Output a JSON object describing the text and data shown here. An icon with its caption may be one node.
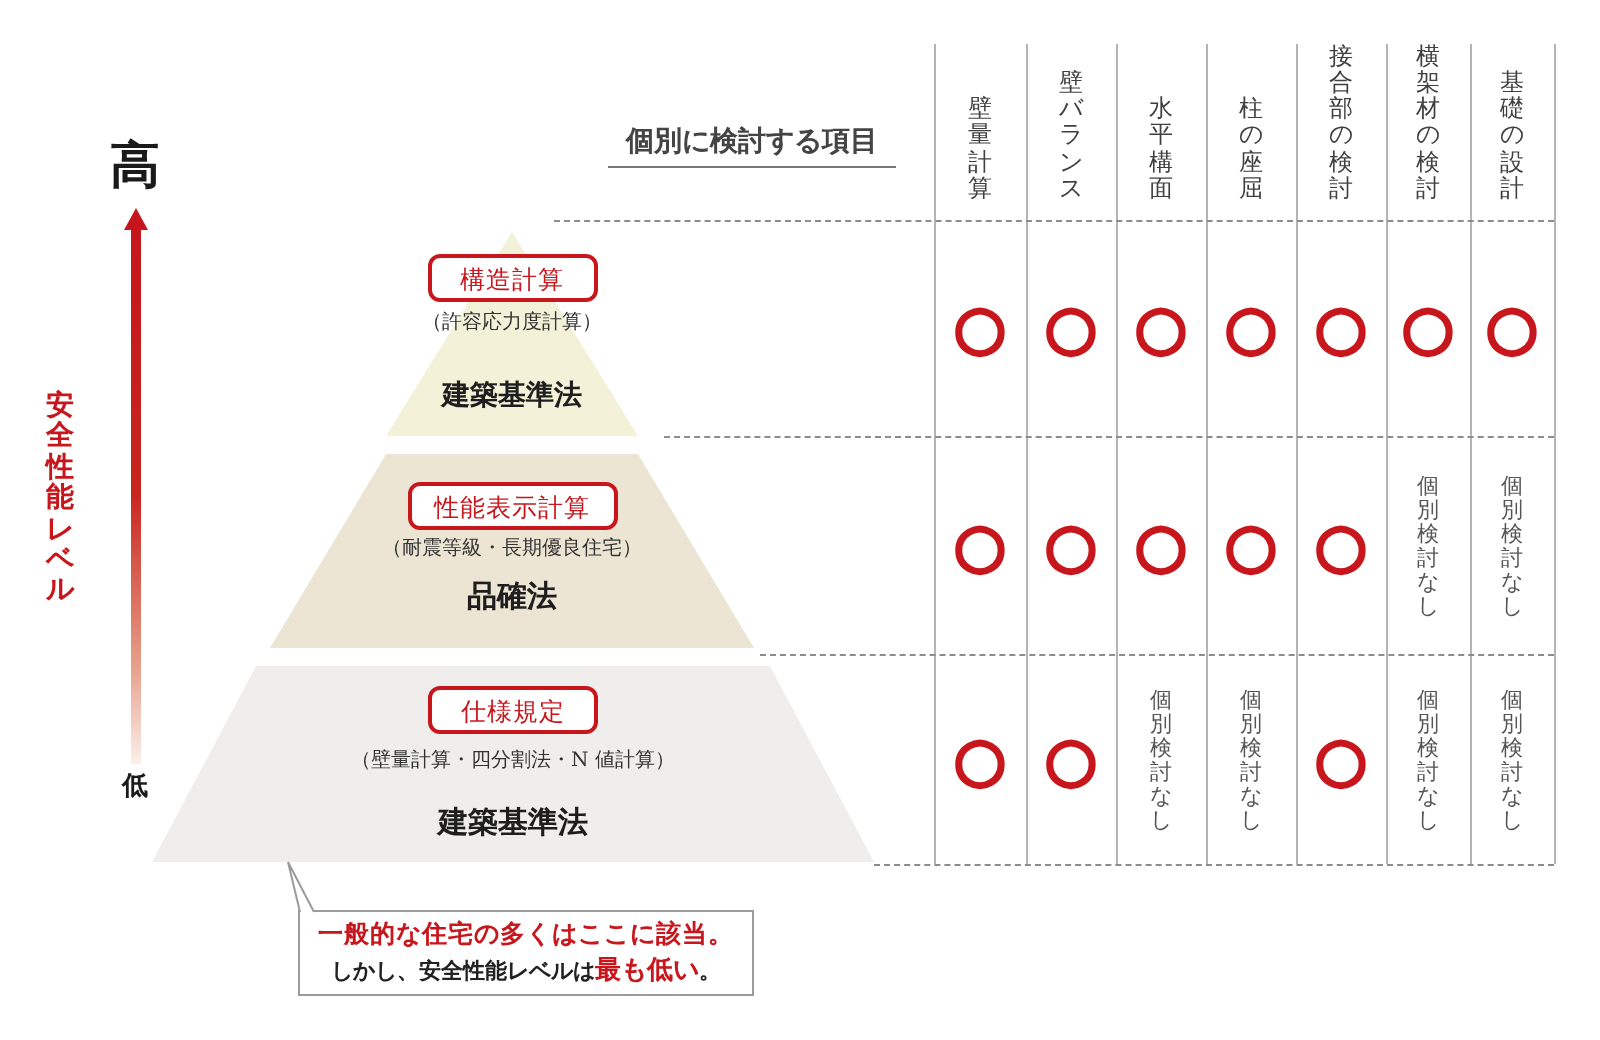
{
  "diagram": {
    "nodes": [
      {
        "text": [
          "（許容応力度計算）",
          "建築基準法"
        ]
      },
      {
        "text": [
          "構造計算"
        ],
        "in": 0
      },
      {
        "text": [
          "（耐震等級・長期優良住宅）",
          "品確法"
        ]
      },
      {
        "text": [
          "性能表示計算"
        ],
        "in": 2
      },
      {
        "text": [
          "（壁量計算・四分割法・N 値計算）",
          "建築基準法"
        ]
      },
      {
        "text": [
          "仕様規定"
        ],
        "in": 4
      },
      {
        "text": [
          "一般的な住宅の多くはここに該当。",
          "しかし、安全性能レベルは**最も低い**。"
        ]
      }
    ],
    "edges": [
      {
        "from": 6,
        "to": 4,
        "arrow": "none"
      }
    ],
    "labels": [
      "高",
      "安全性能レベル",
      "低",
      "個別に検討する項目",
      "壁量計算",
      "壁バランス",
      "水平構面",
      "柱の座屈",
      "接合部の検討",
      "横架材の検討",
      "基礎の設計",
      "○",
      "○",
      "○",
      "○",
      "○",
      "○",
      "○",
      "○",
      "○",
      "○",
      "○",
      "○",
      "個別検討なし",
      "個別検討なし",
      "○",
      "○",
      "個別検討なし",
      "個別検討なし",
      "○",
      "個別検討なし",
      "個別検討なし"
    ]
  }
}
